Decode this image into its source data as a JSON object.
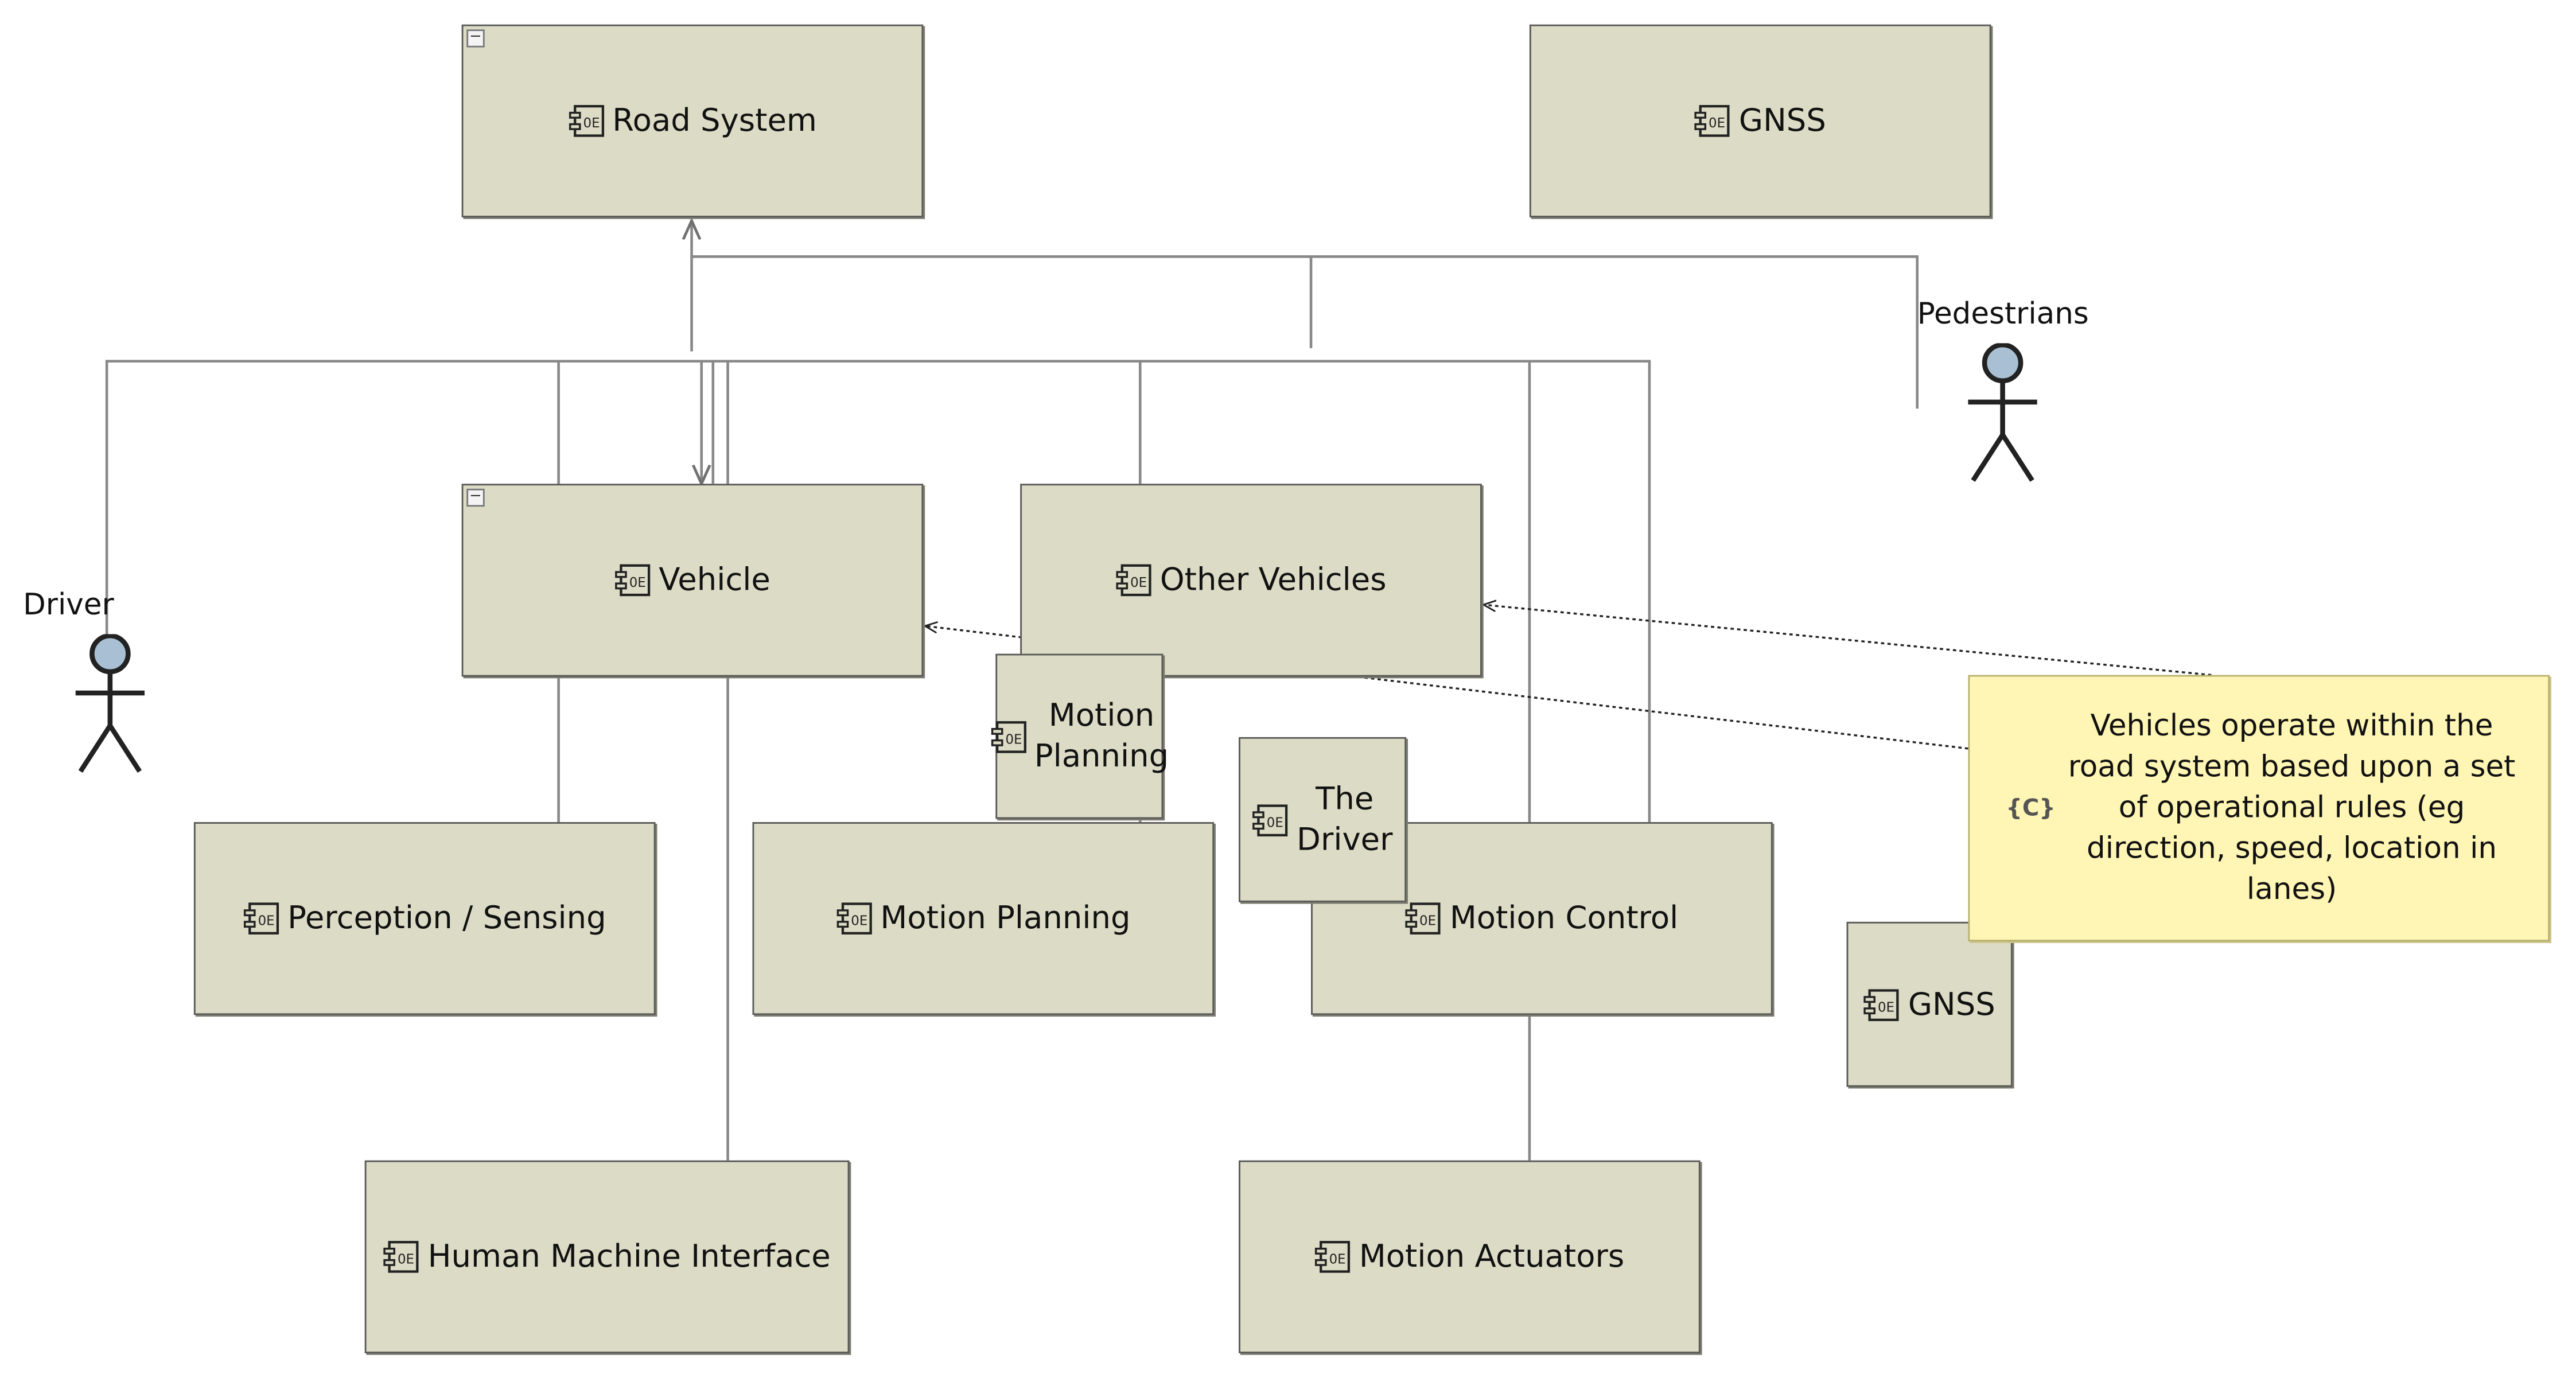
{
  "diagram": {
    "blocks": {
      "road_system": "Road System",
      "gnss_top": "GNSS",
      "vehicle": "Vehicle",
      "other_vehicles": "Other Vehicles",
      "motion_planning_small_line1": "Motion",
      "motion_planning_small_line2": "Planning",
      "the_driver_line1": "The",
      "the_driver_line2": "Driver",
      "perception_sensing": "Perception / Sensing",
      "motion_planning": "Motion Planning",
      "motion_control": "Motion Control",
      "gnss_small": "GNSS",
      "human_machine_interface": "Human Machine Interface",
      "motion_actuators": "Motion Actuators"
    },
    "actors": {
      "driver": "Driver",
      "pedestrians": "Pedestrians"
    },
    "note": {
      "text": "Vehicles operate within the road system based upon a set of operational rules (eg direction, speed, location in lanes)",
      "badge": "{C}"
    },
    "colors": {
      "block_fill": "#dcdcc6",
      "note_fill": "#fff5b4",
      "connector": "#808080",
      "actor_head": "#a9c0d4"
    },
    "icons": {
      "component": "component-icon",
      "collapse": "collapse-minus-icon",
      "actor": "stick-figure-icon"
    }
  }
}
